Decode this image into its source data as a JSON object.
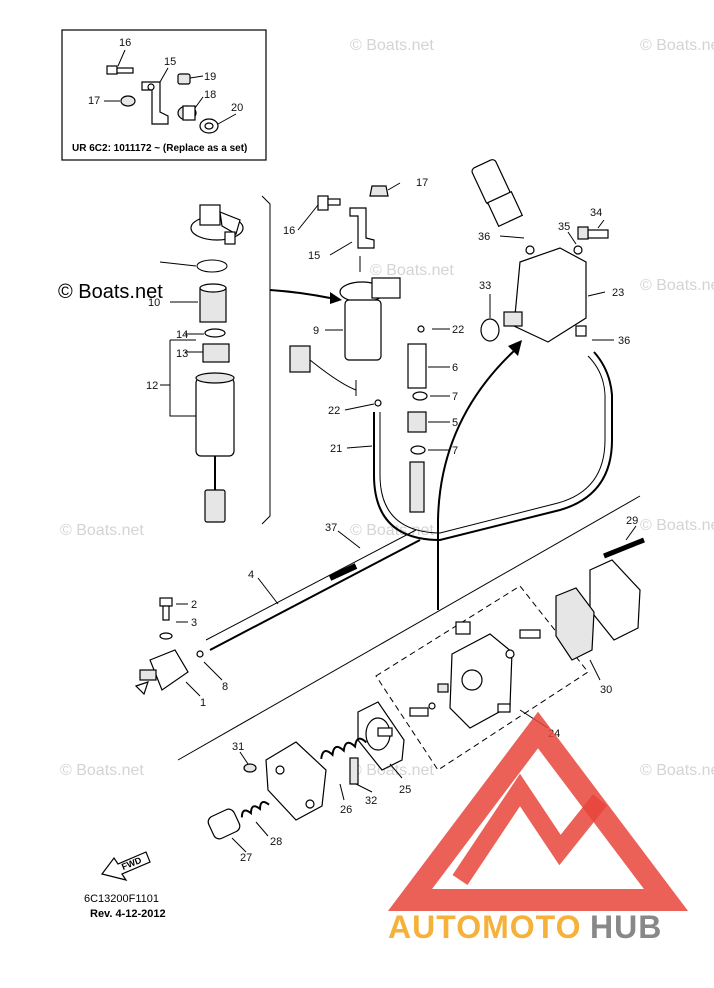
{
  "watermark": {
    "text": "© Boats.net"
  },
  "inset": {
    "caption": "UR 6C2: 1011172 ~   (Replace as a set)"
  },
  "diagram_code": "6C13200F1101",
  "revision": "Rev. 4-12-2012",
  "fwd_label": "FWD",
  "logo": {
    "part_a": "AUTOMOTO",
    "part_b": "HUB",
    "colors": {
      "triangle": "#e8443a",
      "text_orange": "#f5b13a",
      "text_gray": "#888888"
    }
  },
  "callouts": {
    "c1": "1",
    "c2": "2",
    "c3": "3",
    "c4": "4",
    "c5": "5",
    "c6": "6",
    "c7a": "7",
    "c7b": "7",
    "c8": "8",
    "c9": "9",
    "c10": "10",
    "c12": "12",
    "c13": "13",
    "c14": "14",
    "c15a": "15",
    "c15b": "15",
    "c16a": "16",
    "c16b": "16",
    "c17a": "17",
    "c17b": "17",
    "c18": "18",
    "c19": "19",
    "c20": "20",
    "c21": "21",
    "c22a": "22",
    "c22b": "22",
    "c23": "23",
    "c24": "24",
    "c25": "25",
    "c26": "26",
    "c27": "27",
    "c28": "28",
    "c29": "29",
    "c30": "30",
    "c31": "31",
    "c32": "32",
    "c33": "33",
    "c34": "34",
    "c35": "35",
    "c36a": "36",
    "c36b": "36",
    "c37": "37"
  }
}
